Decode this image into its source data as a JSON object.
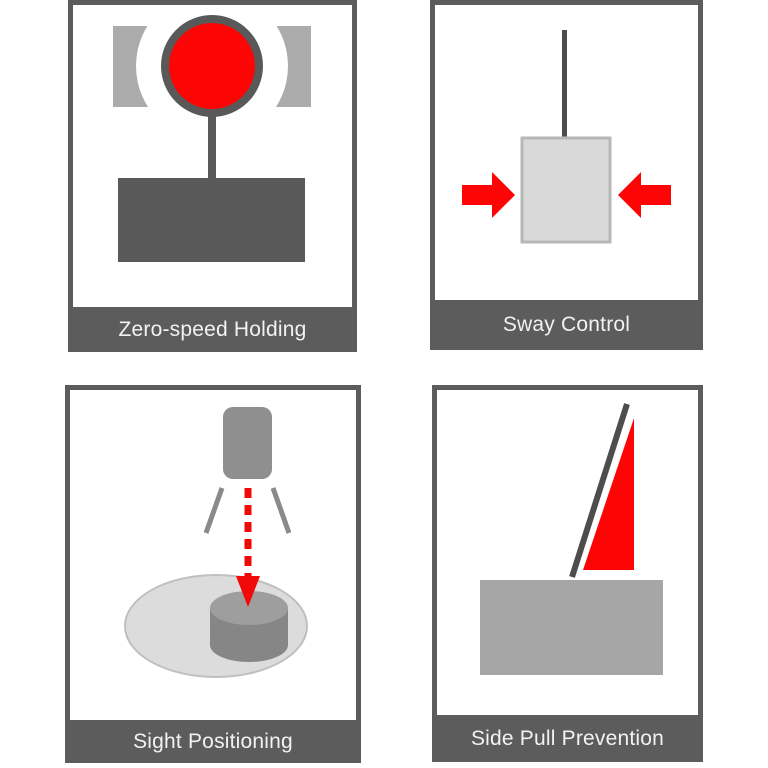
{
  "page": {
    "background": "#ffffff",
    "description": "Four framed feature diagrams with caption bars"
  },
  "colors": {
    "accent_red": "#fe0505",
    "frame_and_caption_gray": "#5c5c5c",
    "dark_shape_gray": "#595959",
    "rope_gray": "#4d4d4d",
    "bracket_gray": "#ababab",
    "light_block_fill": "#d9d9d9",
    "light_block_border": "#b7b7b7",
    "load_gray": "#a6a6a6",
    "camera_gray": "#8f8f8f",
    "cylinder_body_gray": "#868686",
    "cylinder_top_gray": "#9e9e9e",
    "ground_ellipse_fill": "#dcdcdc",
    "ground_ellipse_border": "#bfbfbf",
    "caption_text": "#f2f2f2"
  },
  "panels": [
    {
      "id": "zero-speed-holding",
      "caption": "Zero-speed Holding",
      "icon": "hook-brake-icon"
    },
    {
      "id": "sway-control",
      "caption": "Sway Control",
      "icon": "anti-sway-arrows-icon"
    },
    {
      "id": "sight-positioning",
      "caption": "Sight Positioning",
      "icon": "camera-target-icon"
    },
    {
      "id": "side-pull-prevention",
      "caption": "Side Pull Prevention",
      "icon": "tilted-rope-wedge-icon"
    }
  ]
}
